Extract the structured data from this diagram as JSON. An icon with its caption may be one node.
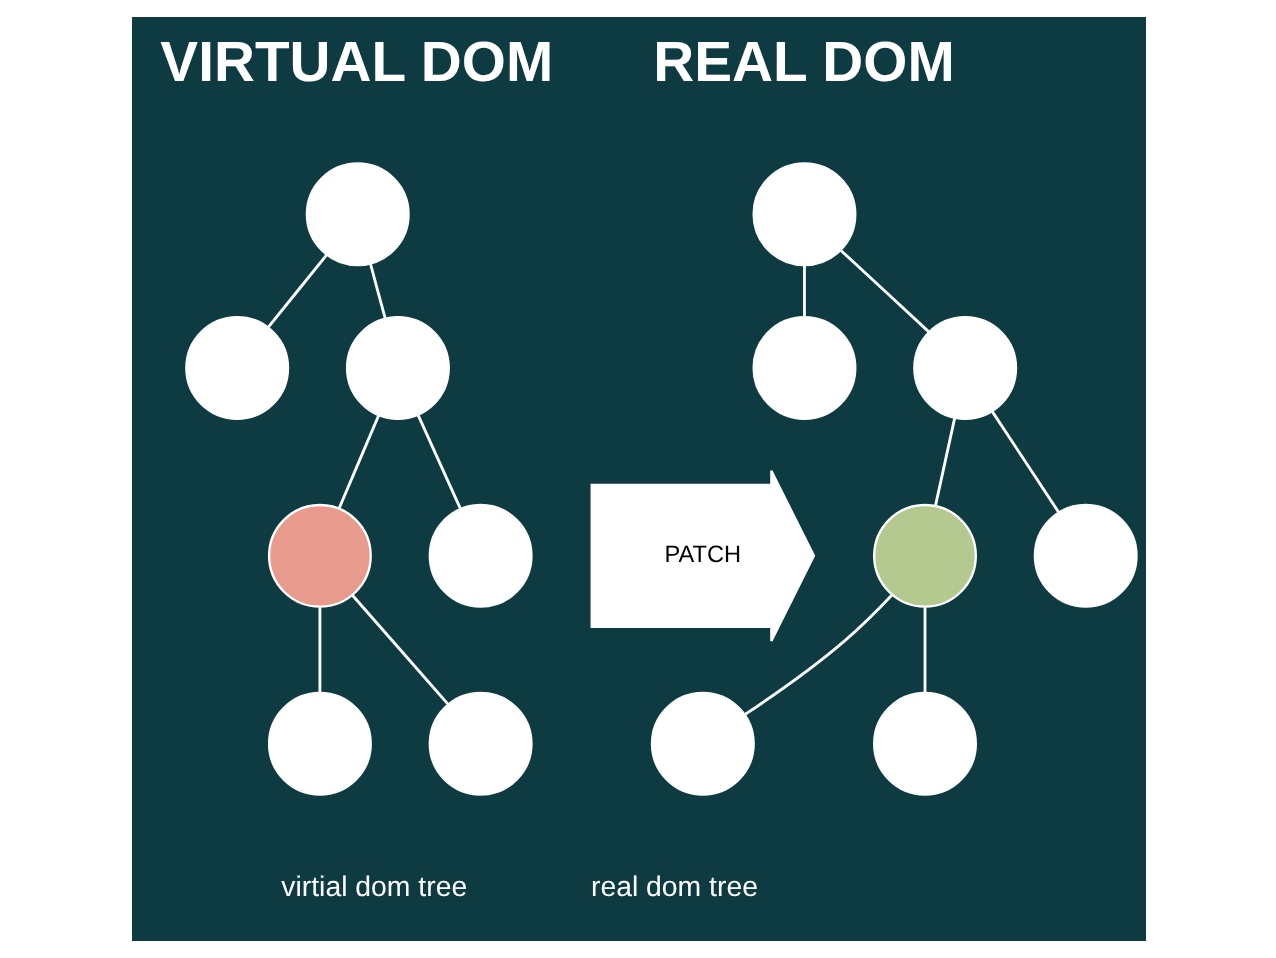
{
  "diagram": {
    "nodes": [
      {
        "text": [],
        "shape": "circle"
      },
      {
        "text": [],
        "shape": "circle"
      },
      {
        "text": [],
        "shape": "circle"
      },
      {
        "text": [],
        "shape": "circle"
      },
      {
        "text": [],
        "shape": "circle"
      },
      {
        "text": [],
        "shape": "circle"
      },
      {
        "text": [],
        "shape": "circle"
      },
      {
        "text": [
          "PATCH"
        ]
      },
      {
        "text": [],
        "shape": "circle"
      },
      {
        "text": [],
        "shape": "circle"
      },
      {
        "text": [],
        "shape": "circle"
      },
      {
        "text": [],
        "shape": "circle"
      },
      {
        "text": [],
        "shape": "circle"
      },
      {
        "text": [],
        "shape": "circle"
      },
      {
        "text": [],
        "shape": "circle"
      }
    ],
    "edges": [
      {
        "from": 0,
        "to": 1,
        "arrow": "none"
      },
      {
        "from": 0,
        "to": 2,
        "arrow": "none"
      },
      {
        "from": 2,
        "to": 3,
        "arrow": "none"
      },
      {
        "from": 2,
        "to": 4,
        "arrow": "none"
      },
      {
        "from": 3,
        "to": 5,
        "arrow": "none"
      },
      {
        "from": 3,
        "to": 6,
        "arrow": "none"
      },
      {
        "from": 8,
        "to": 9,
        "arrow": "none"
      },
      {
        "from": 8,
        "to": 10,
        "arrow": "none"
      },
      {
        "from": 10,
        "to": 11,
        "arrow": "none"
      },
      {
        "from": 10,
        "to": 12,
        "arrow": "none"
      },
      {
        "from": 11,
        "to": 13,
        "arrow": "none"
      },
      {
        "from": 11,
        "to": 14,
        "arrow": "none"
      }
    ],
    "labels": [
      "VIRTUAL DOM",
      "REAL DOM",
      "virtial dom tree",
      "real dom tree"
    ]
  }
}
